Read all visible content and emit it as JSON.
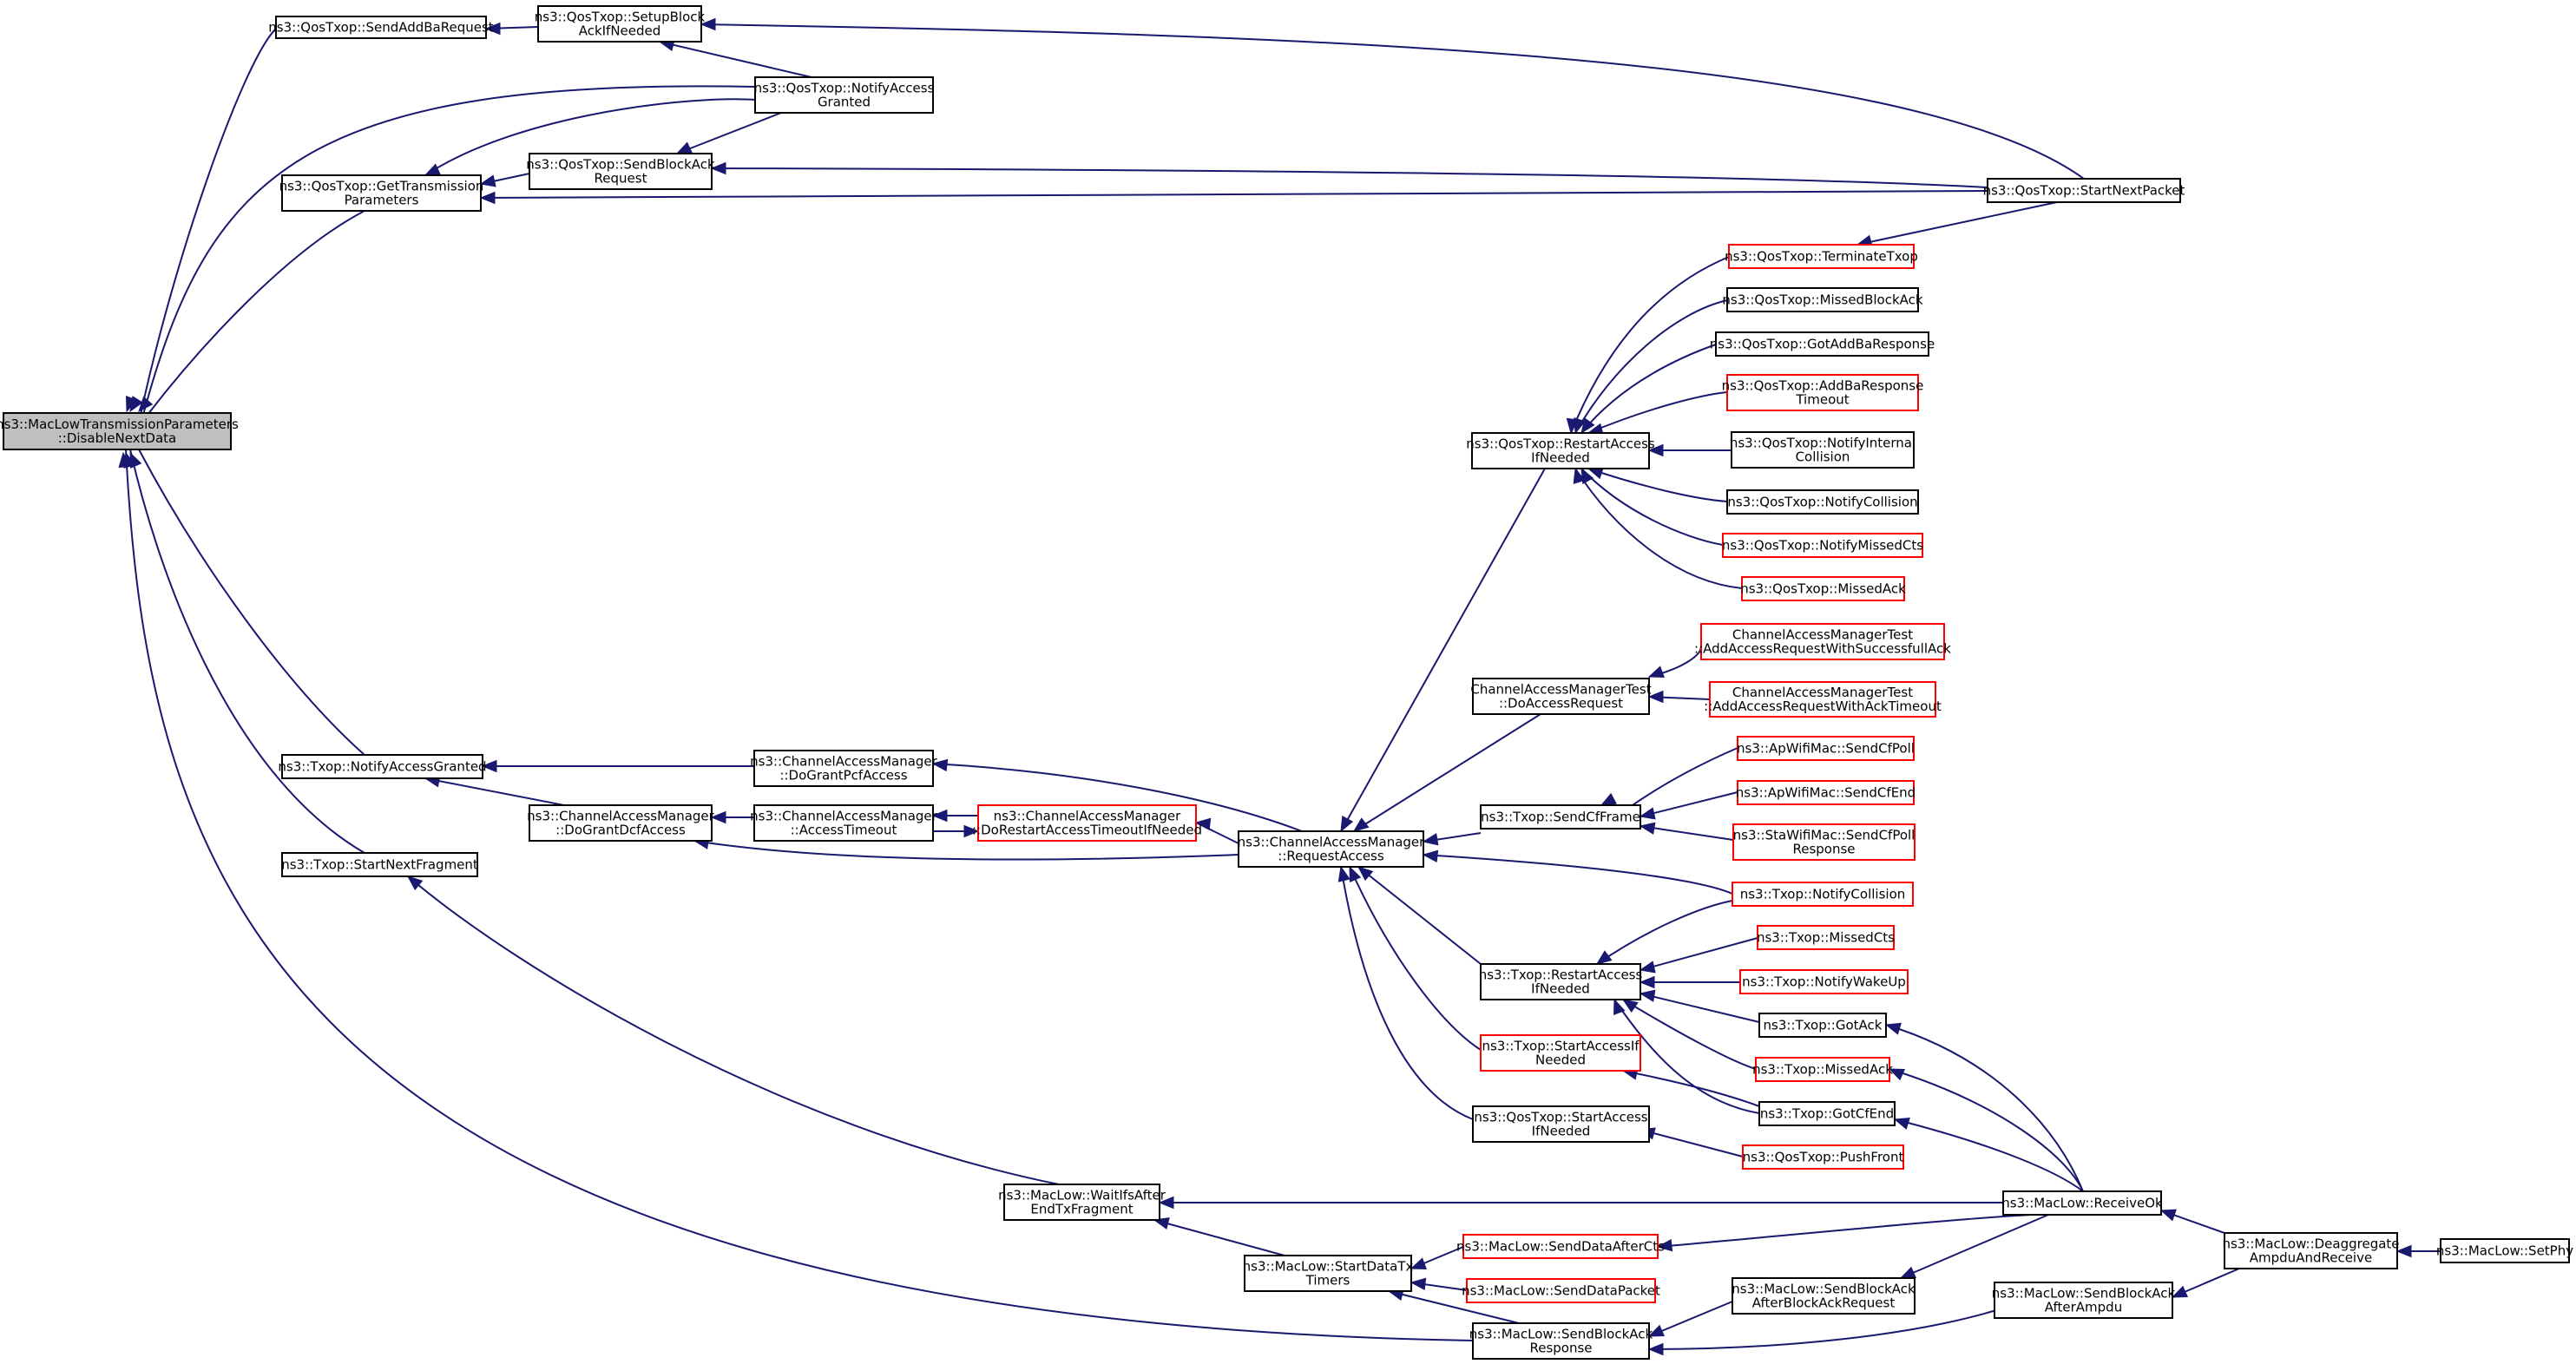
{
  "colors": {
    "edge": "#191970",
    "node_border_documented": "#000000",
    "node_border_truncated": "#ff0000",
    "node_fill": "#ffffff",
    "node_fill_root": "#bfbfbf"
  },
  "nodes": [
    {
      "id": "root",
      "lines": [
        "ns3::MacLowTransmissionParameters",
        "::DisableNextData"
      ],
      "style": "root"
    },
    {
      "id": "qt_sendaddba",
      "lines": [
        "ns3::QosTxop::SendAddBaRequest"
      ],
      "style": "normal"
    },
    {
      "id": "qt_setupblockack",
      "lines": [
        "ns3::QosTxop::SetupBlock",
        "AckIfNeeded"
      ],
      "style": "normal"
    },
    {
      "id": "qt_notifyaccessgranted",
      "lines": [
        "ns3::QosTxop::NotifyAccess",
        "Granted"
      ],
      "style": "normal"
    },
    {
      "id": "qt_gettxparams",
      "lines": [
        "ns3::QosTxop::GetTransmission",
        "Parameters"
      ],
      "style": "normal"
    },
    {
      "id": "qt_sendblockackreq",
      "lines": [
        "ns3::QosTxop::SendBlockAck",
        "Request"
      ],
      "style": "normal"
    },
    {
      "id": "qt_startnextpacket",
      "lines": [
        "ns3::QosTxop::StartNextPacket"
      ],
      "style": "normal"
    },
    {
      "id": "qt_terminatetxop",
      "lines": [
        "ns3::QosTxop::TerminateTxop"
      ],
      "style": "red"
    },
    {
      "id": "qt_missedblockack",
      "lines": [
        "ns3::QosTxop::MissedBlockAck"
      ],
      "style": "normal"
    },
    {
      "id": "qt_gotaddbaresp",
      "lines": [
        "ns3::QosTxop::GotAddBaResponse"
      ],
      "style": "normal"
    },
    {
      "id": "qt_addbarespto",
      "lines": [
        "ns3::QosTxop::AddBaResponse",
        "Timeout"
      ],
      "style": "red"
    },
    {
      "id": "qt_notifyinternal",
      "lines": [
        "ns3::QosTxop::NotifyInternal",
        "Collision"
      ],
      "style": "normal"
    },
    {
      "id": "qt_notifycollision",
      "lines": [
        "ns3::QosTxop::NotifyCollision"
      ],
      "style": "normal"
    },
    {
      "id": "qt_notifymissedcts",
      "lines": [
        "ns3::QosTxop::NotifyMissedCts"
      ],
      "style": "red"
    },
    {
      "id": "qt_missedack",
      "lines": [
        "ns3::QosTxop::MissedAck"
      ],
      "style": "red"
    },
    {
      "id": "qt_restartaccess",
      "lines": [
        "ns3::QosTxop::RestartAccess",
        "IfNeeded"
      ],
      "style": "normal"
    },
    {
      "id": "camt_successack",
      "lines": [
        "ChannelAccessManagerTest",
        "::AddAccessRequestWithSuccessfullAck"
      ],
      "style": "red"
    },
    {
      "id": "camt_acktimeout",
      "lines": [
        "ChannelAccessManagerTest",
        "::AddAccessRequestWithAckTimeout"
      ],
      "style": "red"
    },
    {
      "id": "camt_doaccessreq",
      "lines": [
        "ChannelAccessManagerTest",
        "::DoAccessRequest"
      ],
      "style": "normal"
    },
    {
      "id": "ap_sendcfpoll",
      "lines": [
        "ns3::ApWifiMac::SendCfPoll"
      ],
      "style": "red"
    },
    {
      "id": "ap_sendcfend",
      "lines": [
        "ns3::ApWifiMac::SendCfEnd"
      ],
      "style": "red"
    },
    {
      "id": "sta_sendcfpollresp",
      "lines": [
        "ns3::StaWifiMac::SendCfPoll",
        "Response"
      ],
      "style": "red"
    },
    {
      "id": "tx_sendcfframe",
      "lines": [
        "ns3::Txop::SendCfFrame"
      ],
      "style": "normal"
    },
    {
      "id": "tx_notifyaccessgranted",
      "lines": [
        "ns3::Txop::NotifyAccessGranted"
      ],
      "style": "normal"
    },
    {
      "id": "cam_dograntpcf",
      "lines": [
        "ns3::ChannelAccessManager",
        "::DoGrantPcfAccess"
      ],
      "style": "normal"
    },
    {
      "id": "cam_dograntdcf",
      "lines": [
        "ns3::ChannelAccessManager",
        "::DoGrantDcfAccess"
      ],
      "style": "normal"
    },
    {
      "id": "cam_accesstimeout",
      "lines": [
        "ns3::ChannelAccessManager",
        "::AccessTimeout"
      ],
      "style": "normal"
    },
    {
      "id": "cam_dorestart",
      "lines": [
        "ns3::ChannelAccessManager",
        "::DoRestartAccessTimeoutIfNeeded"
      ],
      "style": "red"
    },
    {
      "id": "cam_requestaccess",
      "lines": [
        "ns3::ChannelAccessManager",
        "::RequestAccess"
      ],
      "style": "normal"
    },
    {
      "id": "tx_startnextfragment",
      "lines": [
        "ns3::Txop::StartNextFragment"
      ],
      "style": "normal"
    },
    {
      "id": "tx_notifycollision",
      "lines": [
        "ns3::Txop::NotifyCollision"
      ],
      "style": "red"
    },
    {
      "id": "tx_missedcts",
      "lines": [
        "ns3::Txop::MissedCts"
      ],
      "style": "red"
    },
    {
      "id": "tx_notifywakeup",
      "lines": [
        "ns3::Txop::NotifyWakeUp"
      ],
      "style": "red"
    },
    {
      "id": "tx_gotack",
      "lines": [
        "ns3::Txop::GotAck"
      ],
      "style": "normal"
    },
    {
      "id": "tx_missedack",
      "lines": [
        "ns3::Txop::MissedAck"
      ],
      "style": "red"
    },
    {
      "id": "tx_gotcfend",
      "lines": [
        "ns3::Txop::GotCfEnd"
      ],
      "style": "normal"
    },
    {
      "id": "tx_restartaccess",
      "lines": [
        "ns3::Txop::RestartAccess",
        "IfNeeded"
      ],
      "style": "normal"
    },
    {
      "id": "tx_startaccessif",
      "lines": [
        "ns3::Txop::StartAccessIf",
        "Needed"
      ],
      "style": "red"
    },
    {
      "id": "qt_startaccessif",
      "lines": [
        "ns3::QosTxop::StartAccess",
        "IfNeeded"
      ],
      "style": "normal"
    },
    {
      "id": "qt_pushfront",
      "lines": [
        "ns3::QosTxop::PushFront"
      ],
      "style": "red"
    },
    {
      "id": "ml_waitifs",
      "lines": [
        "ns3::MacLow::WaitIfsAfter",
        "EndTxFragment"
      ],
      "style": "normal"
    },
    {
      "id": "ml_receiveok",
      "lines": [
        "ns3::MacLow::ReceiveOk"
      ],
      "style": "normal"
    },
    {
      "id": "ml_startdatatx",
      "lines": [
        "ns3::MacLow::StartDataTx",
        "Timers"
      ],
      "style": "normal"
    },
    {
      "id": "ml_senddataaftercts",
      "lines": [
        "ns3::MacLow::SendDataAfterCts"
      ],
      "style": "red"
    },
    {
      "id": "ml_senddatapacket",
      "lines": [
        "ns3::MacLow::SendDataPacket"
      ],
      "style": "red"
    },
    {
      "id": "ml_sendblockackafterbar",
      "lines": [
        "ns3::MacLow::SendBlockAck",
        "AfterBlockAckRequest"
      ],
      "style": "normal"
    },
    {
      "id": "ml_sendblockackresp",
      "lines": [
        "ns3::MacLow::SendBlockAck",
        "Response"
      ],
      "style": "normal"
    },
    {
      "id": "ml_sendblockackafterampdu",
      "lines": [
        "ns3::MacLow::SendBlockAck",
        "AfterAmpdu"
      ],
      "style": "normal"
    },
    {
      "id": "ml_deaggregate",
      "lines": [
        "ns3::MacLow::Deaggregate",
        "AmpduAndReceive"
      ],
      "style": "normal"
    },
    {
      "id": "ml_setphy",
      "lines": [
        "ns3::MacLow::SetPhy"
      ],
      "style": "normal"
    }
  ]
}
